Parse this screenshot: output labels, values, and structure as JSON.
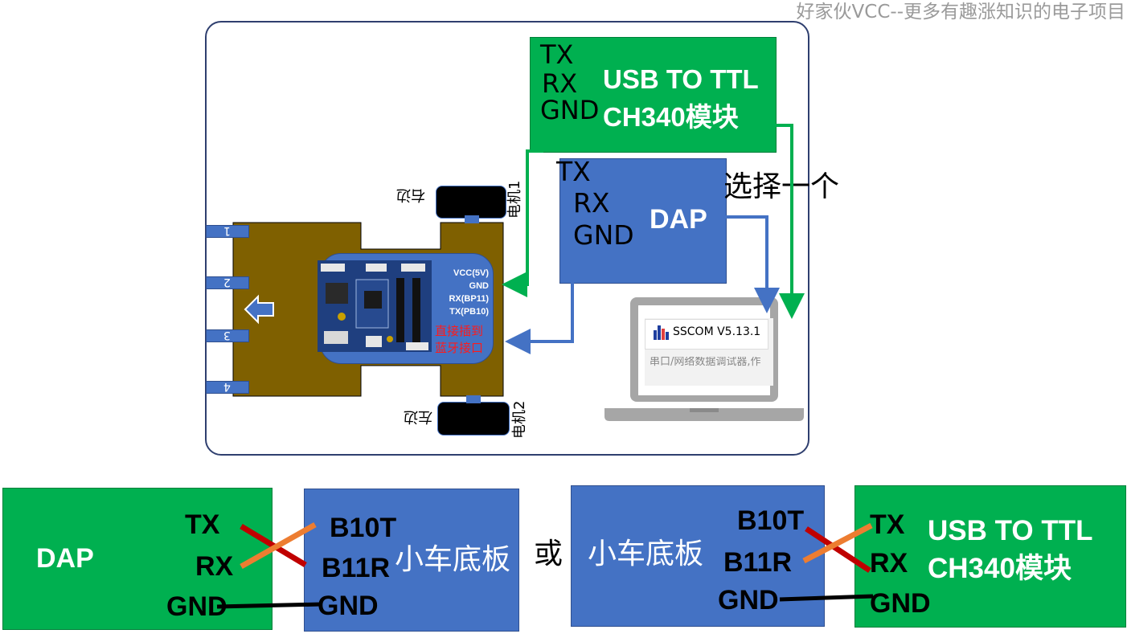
{
  "watermark": "好家伙VCC--更多有趣涨知识的电子项目",
  "top": {
    "usb_module": {
      "pins": [
        "TX",
        "RX",
        "GND"
      ],
      "title_line1": "USB TO TTL",
      "title_line2": "CH340模块"
    },
    "dap_module": {
      "pins": [
        "TX",
        "RX",
        "GND"
      ],
      "title": "DAP"
    },
    "choose_one": "选择一个",
    "motor1": {
      "label": "电机1",
      "side": "右边"
    },
    "motor2": {
      "label": "电机2",
      "side": "左边"
    },
    "sensor_numbers": [
      "1",
      "2",
      "3",
      "4"
    ],
    "board": {
      "pins": [
        "VCC(5V)",
        "GND",
        "RX(BP11)",
        "TX(PB10)"
      ],
      "note_line1": "直接插到",
      "note_line2": "蓝牙接口"
    },
    "laptop": {
      "app_title": "SSCOM V5.13.1",
      "app_subtitle": "串口/网络数据调试器,作"
    }
  },
  "bottom": {
    "left_dap": {
      "title": "DAP",
      "pins": [
        "TX",
        "RX",
        "GND"
      ]
    },
    "left_board": {
      "pins": [
        "B10T",
        "B11R",
        "GND"
      ],
      "title": "小车底板"
    },
    "or": "或",
    "right_board": {
      "title": "小车底板",
      "pins": [
        "B10T",
        "B11R",
        "GND"
      ]
    },
    "right_usb": {
      "pins": [
        "TX",
        "RX",
        "GND"
      ],
      "title_line1": "USB TO TTL",
      "title_line2": "CH340模块"
    }
  },
  "colors": {
    "green": "#00b050",
    "blue": "#4472c4",
    "brown": "#7f6000",
    "red_cross": "#c00000",
    "orange_cross": "#ed7d31",
    "frame": "#2f3f6f"
  }
}
